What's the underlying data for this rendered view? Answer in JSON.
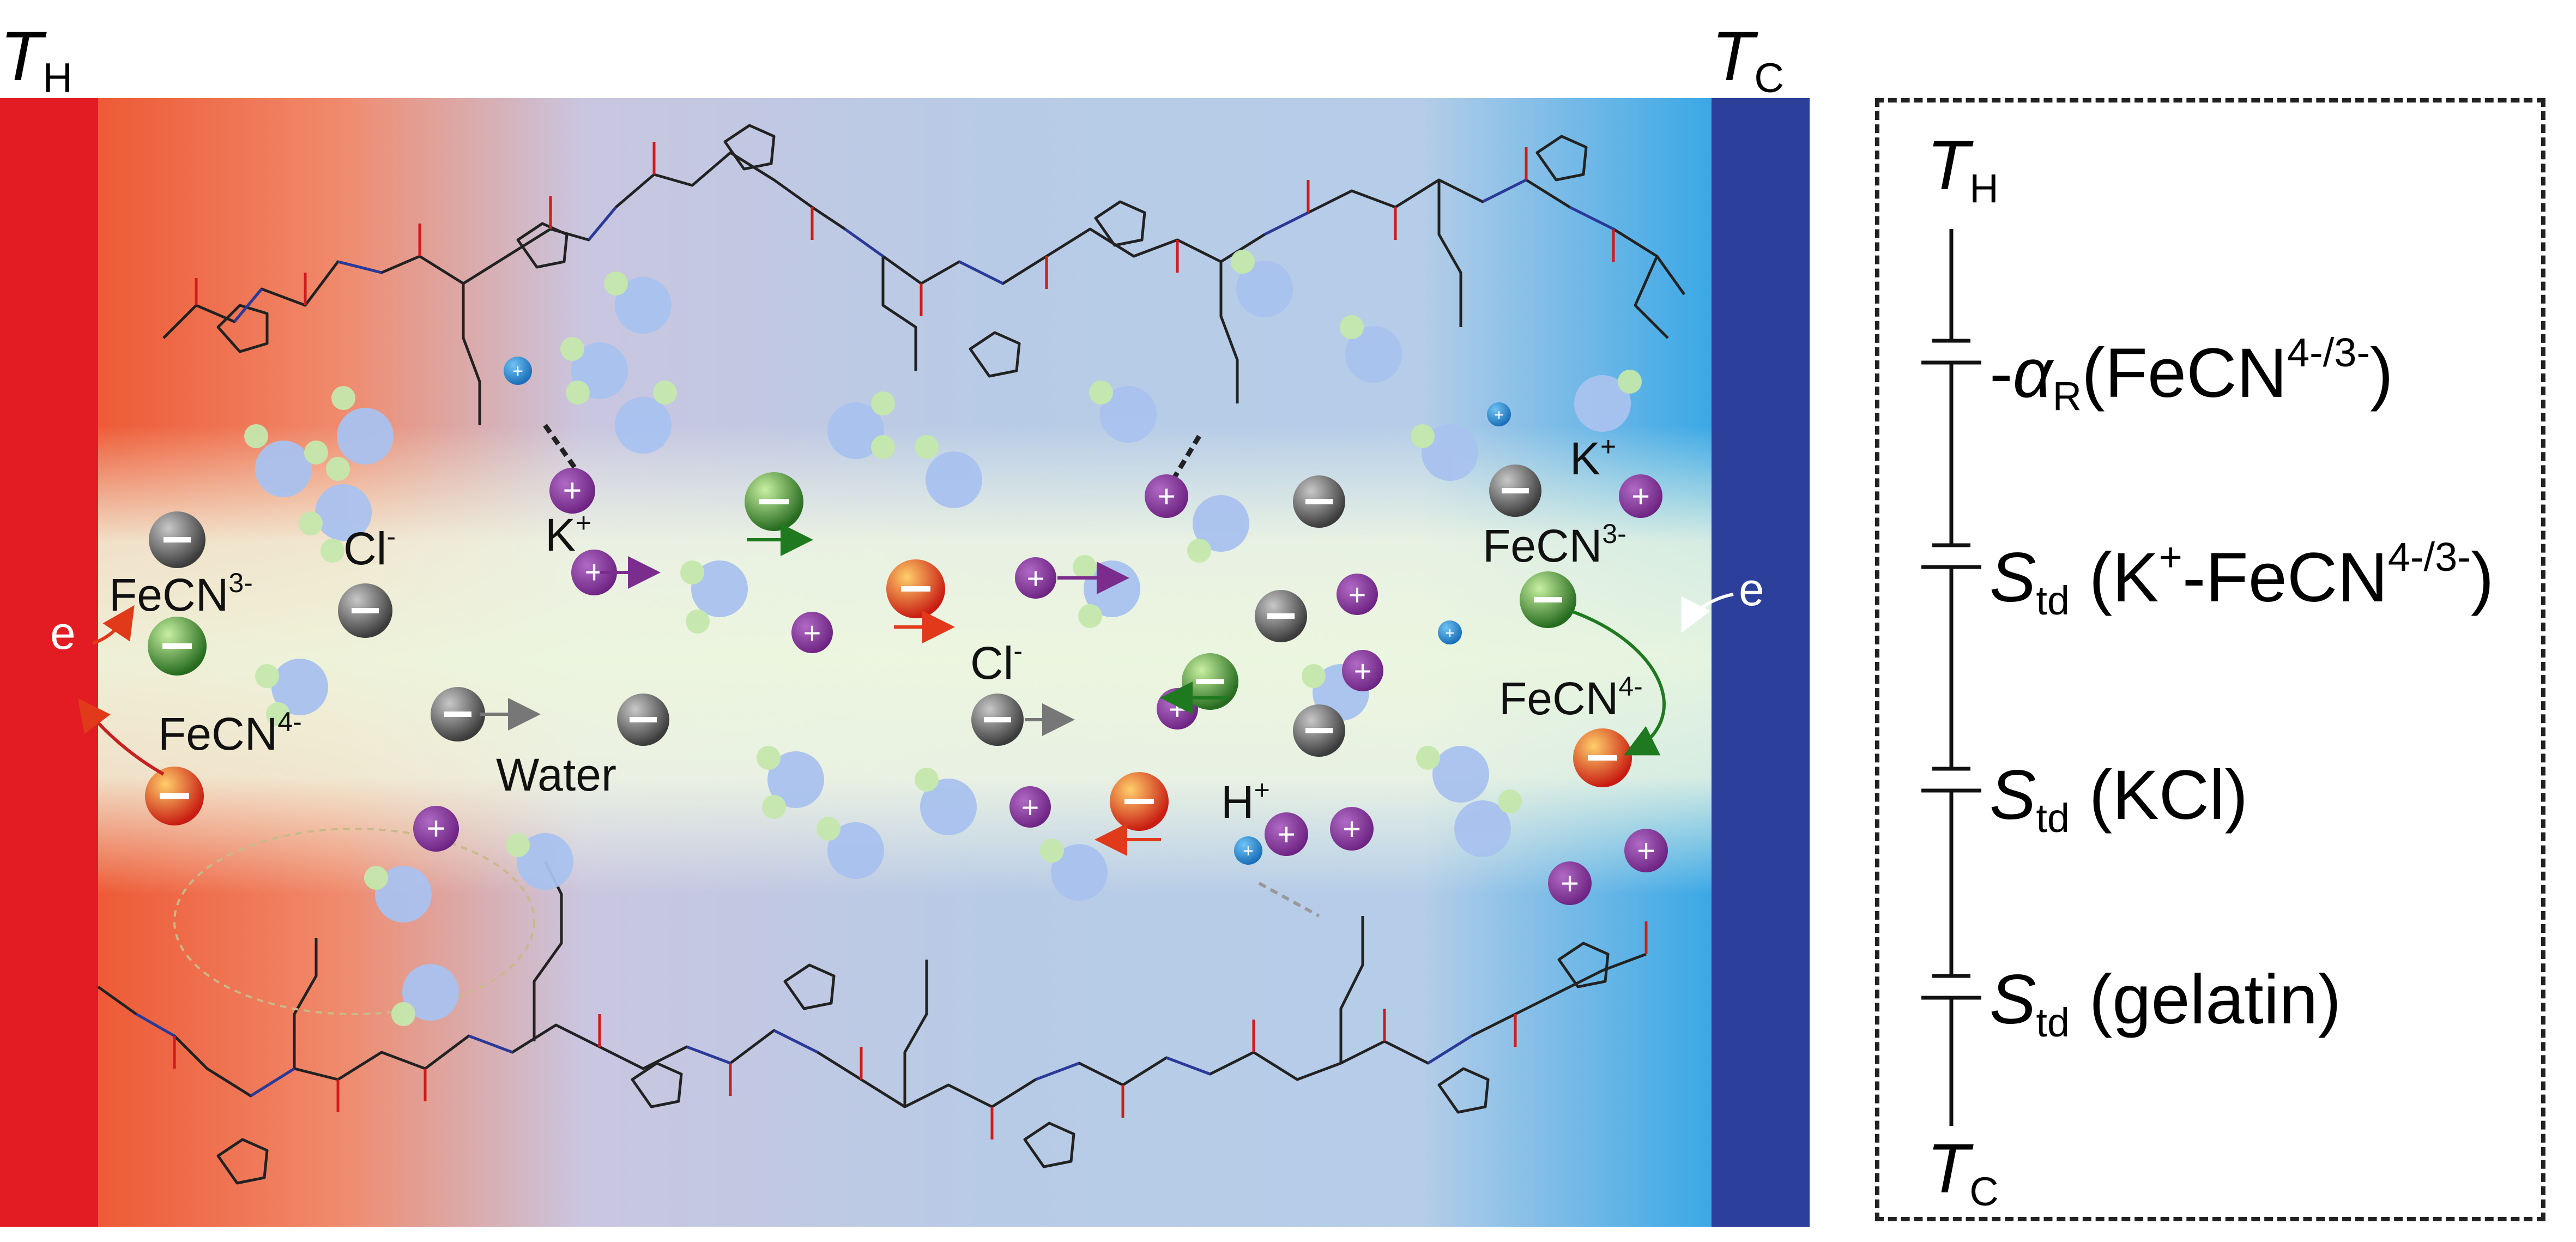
{
  "hot_label": {
    "main": "T",
    "sub": "H"
  },
  "cold_label": {
    "main": "T",
    "sub": "C"
  },
  "species": {
    "fecn3_left": {
      "base": "FeCN",
      "sup": "3-"
    },
    "fecn4_left": {
      "base": "FeCN",
      "sup": "4-"
    },
    "cl_left": {
      "base": "Cl",
      "sup": "-"
    },
    "k_left": {
      "base": "K",
      "sup": "+"
    },
    "water": "Water",
    "cl_mid": {
      "base": "Cl",
      "sup": "-"
    },
    "h_mid": {
      "base": "H",
      "sup": "+"
    },
    "k_right": {
      "base": "K",
      "sup": "+"
    },
    "fecn3_right": {
      "base": "FeCN",
      "sup": "3-"
    },
    "fecn4_right": {
      "base": "FeCN",
      "sup": "4-"
    },
    "electron_left": "e",
    "electron_right": "e",
    "ion_plus": "+",
    "ion_minus": "−"
  },
  "circuit": {
    "top_label": {
      "main": "T",
      "sub": "H"
    },
    "bottom_label": {
      "main": "T",
      "sub": "C"
    },
    "elements": [
      {
        "prefix": "-",
        "symbol": "α",
        "sub": "R",
        "text": "(FeCN",
        "sup": "4-/3-",
        "tail": ")"
      },
      {
        "prefix": "",
        "symbol": "S",
        "sub": "td",
        "text": " (K",
        "sup": "+",
        "tail": "-FeCN",
        "sup2": "4-/3-",
        "tail2": ")"
      },
      {
        "prefix": "",
        "symbol": "S",
        "sub": "td",
        "text": " (KCl)",
        "sup": "",
        "tail": ""
      },
      {
        "prefix": "",
        "symbol": "S",
        "sub": "td",
        "text": " (gelatin)",
        "sup": "",
        "tail": ""
      }
    ]
  },
  "colors": {
    "hot_electrode": "#e31b23",
    "cold_electrode": "#2b3f9b",
    "cation": "#7b2d8e",
    "anion_gray": "#555555",
    "anion_green": "#2f7d2a",
    "anion_red": "#d42a1a",
    "water_o": "#9fb8e8",
    "water_h": "#bde3a5",
    "backbone": "#222222",
    "nitrogen": "#2a3a9b",
    "oxygen": "#d01b1b"
  }
}
